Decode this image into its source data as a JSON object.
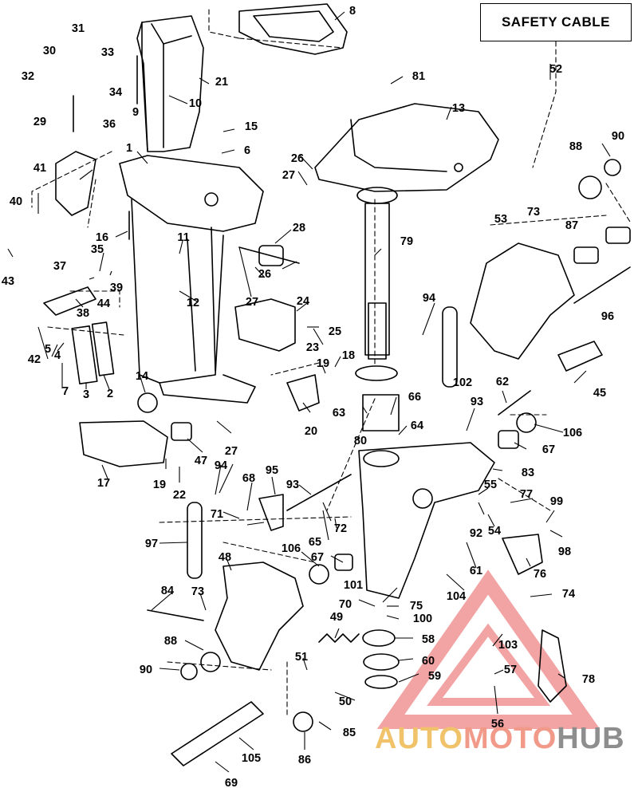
{
  "diagram": {
    "title_box": "SAFETY CABLE",
    "watermark": {
      "part1": "AUTO",
      "part2": "MOTO",
      "part3": "HUB"
    },
    "callouts": [
      "1",
      "2",
      "3",
      "4",
      "5",
      "6",
      "7",
      "8",
      "9",
      "10",
      "11",
      "12",
      "13",
      "14",
      "15",
      "16",
      "17",
      "18",
      "19",
      "19",
      "20",
      "21",
      "22",
      "23",
      "24",
      "25",
      "26",
      "26",
      "27",
      "27",
      "27",
      "28",
      "29",
      "30",
      "31",
      "32",
      "33",
      "34",
      "35",
      "36",
      "37",
      "38",
      "39",
      "40",
      "41",
      "42",
      "43",
      "44",
      "45",
      "47",
      "48",
      "49",
      "50",
      "51",
      "52",
      "53",
      "54",
      "55",
      "56",
      "57",
      "58",
      "59",
      "60",
      "61",
      "62",
      "63",
      "64",
      "65",
      "66",
      "67",
      "67",
      "68",
      "69",
      "70",
      "71",
      "72",
      "73",
      "73",
      "74",
      "75",
      "76",
      "77",
      "78",
      "79",
      "80",
      "81",
      "83",
      "84",
      "85",
      "86",
      "87",
      "88",
      "88",
      "90",
      "90",
      "92",
      "93",
      "93",
      "94",
      "94",
      "95",
      "96",
      "97",
      "98",
      "99",
      "100",
      "101",
      "102",
      "103",
      "104",
      "105",
      "106",
      "106"
    ]
  }
}
